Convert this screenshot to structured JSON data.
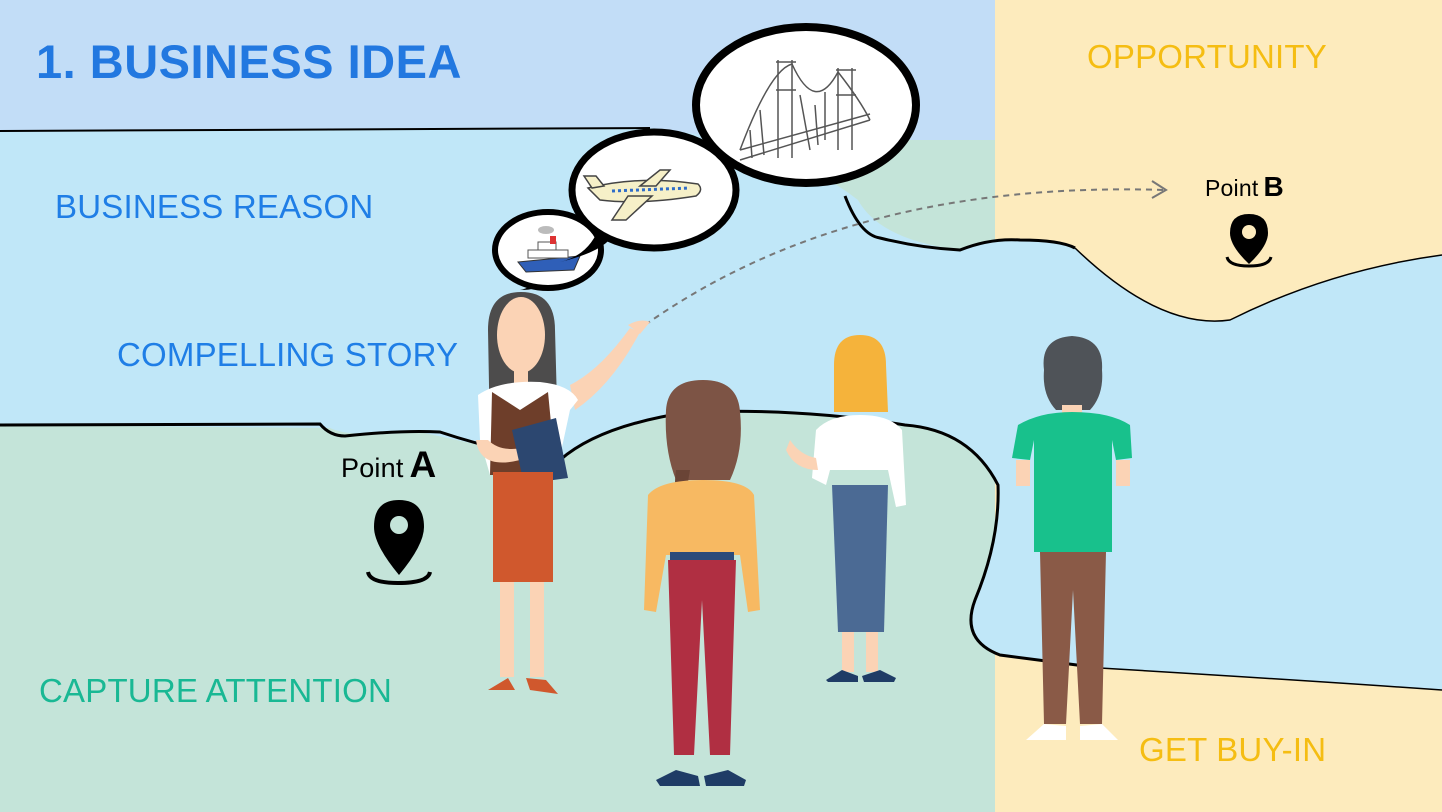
{
  "title": "1. BUSINESS IDEA",
  "labels": {
    "business_reason": "BUSINESS REASON",
    "compelling_story": "COMPELLING STORY",
    "capture_attention": "CAPTURE ATTENTION",
    "opportunity": "OPPORTUNITY",
    "get_buy_in": "GET BUY-IN"
  },
  "points": {
    "a": {
      "word": "Point",
      "letter": "A"
    },
    "b": {
      "word": "Point",
      "letter": "B"
    }
  },
  "thought_bubbles": [
    {
      "icon": "ship-icon"
    },
    {
      "icon": "airplane-icon"
    },
    {
      "icon": "bridge-icon"
    }
  ],
  "colors": {
    "top_band": "#c2ddf7",
    "sky": "#c0e7f8",
    "ground": "#c4e4d9",
    "sand": "#fdebbd",
    "title": "#2278e0",
    "blue_label": "#1f7ee6",
    "green_label": "#19b894",
    "gold_label": "#f5bd12"
  }
}
